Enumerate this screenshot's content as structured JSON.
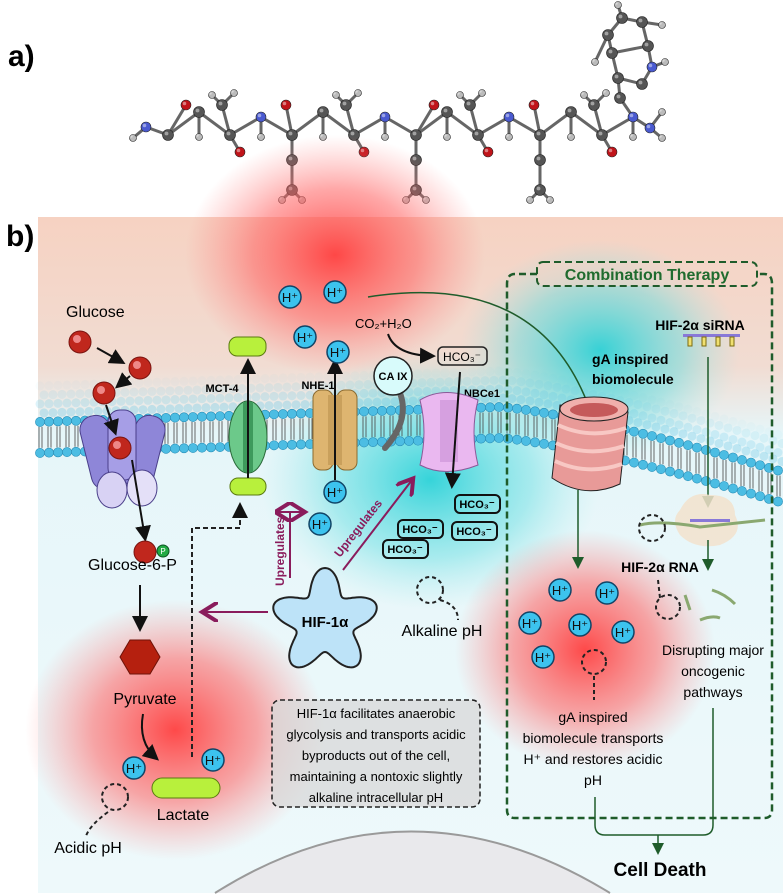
{
  "panel_a": {
    "label": "a)"
  },
  "panel_b": {
    "label": "b)"
  },
  "labels": {
    "glucose": "Glucose",
    "glucose_6_p": "Glucose-6-P",
    "phosphate": "P",
    "pyruvate": "Pyruvate",
    "lactate": "Lactate",
    "acidic_ph": "Acidic pH",
    "alkaline_ph": "Alkaline pH",
    "mct4": "MCT-4",
    "nhe1": "NHE-1",
    "ca9": "CA IX",
    "nbce1": "NBCe1",
    "co2_h2o": "CO₂+H₂O",
    "hco3": "HCO₃⁻",
    "h_plus": "H⁺",
    "hif1a": "HIF-1α",
    "upregulates": "Upregulates"
  },
  "combination_therapy": {
    "title": "Combination Therapy",
    "sirna": "HIF-2α siRNA",
    "ga_biomolecule": [
      "gA inspired",
      "biomolecule"
    ],
    "hif2a_rna": "HIF-2α RNA",
    "ga_outcome": [
      "gA inspired",
      "biomolecule transports",
      "H⁺ and restores acidic",
      "pH"
    ],
    "disrupting": [
      "Disrupting major",
      "oncogenic",
      "pathways"
    ]
  },
  "info_box": [
    "HIF-1α facilitates anaerobic",
    "glycolysis and transports acidic",
    "byproducts out of the cell,",
    "maintaining a nontoxic slightly",
    "alkaline intracellular pH"
  ],
  "cell_death": "Cell Death",
  "colors": {
    "proton": "#3cc3ee",
    "glucose": "#c0271d",
    "lactate": "#b8f03c",
    "upregulates_arrow": "#8a1c5c",
    "therapy_green": "#1f5c2b",
    "membrane": "#4cbde3",
    "carbon": "#555555",
    "oxygen": "#c0141a",
    "nitrogen": "#4a5ad0",
    "hydrogen": "#bbbbbb"
  }
}
